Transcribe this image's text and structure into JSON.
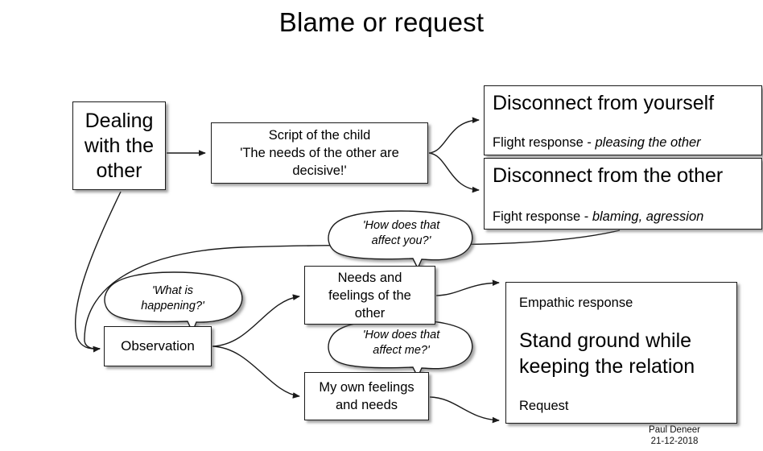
{
  "title": "Blame or request",
  "nodes": {
    "dealing": {
      "text": "Dealing with the other"
    },
    "script": {
      "line1": "Script of the child",
      "line2": "'The needs of the other are",
      "line3": "decisive!'"
    },
    "disconnect_self": {
      "heading": "Disconnect from yourself",
      "sub_prefix": "Flight response - ",
      "sub_emphasis": "pleasing the other"
    },
    "disconnect_other": {
      "heading": "Disconnect from the other",
      "sub_prefix": "Fight response - ",
      "sub_emphasis": "blaming, agression"
    },
    "needs_other": {
      "line1": "Needs and",
      "line2": "feelings of the",
      "line3": "other"
    },
    "observation": {
      "text": "Observation"
    },
    "my_feelings": {
      "line1": "My own feelings",
      "line2": "and needs"
    },
    "stand_ground": {
      "top_label": "Empathic response",
      "heading_line1": "Stand ground while",
      "heading_line2": "keeping the relation",
      "bottom_label": "Request"
    }
  },
  "bubbles": {
    "affect_you": {
      "line1": "'How does that",
      "line2": "affect you?'"
    },
    "what_is_happening": {
      "line1": "'What is",
      "line2": "happening?'"
    },
    "affect_me": {
      "line1": "'How does that",
      "line2": "affect me?'"
    }
  },
  "credit": {
    "author": "Paul Deneer",
    "date": "21-12-2018"
  },
  "colors": {
    "background": "#ffffff",
    "stroke": "#1a1a1a",
    "text": "#000000",
    "shadow": "#8a8a8a"
  }
}
